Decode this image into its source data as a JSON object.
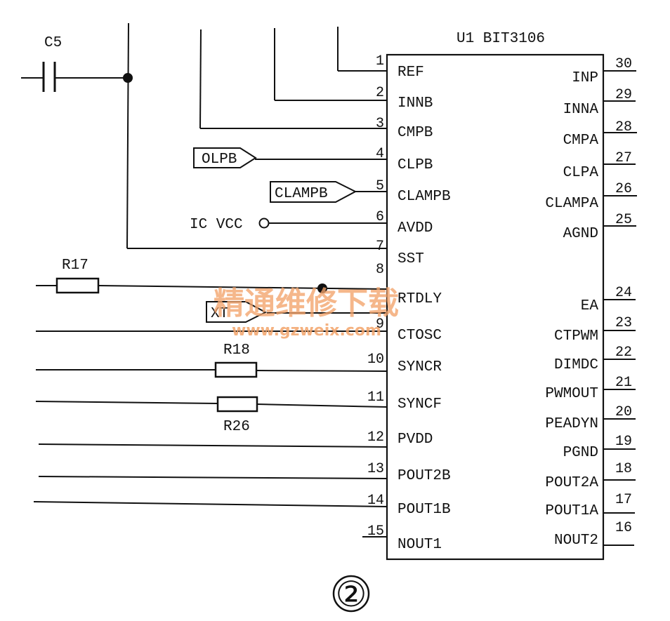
{
  "chip": {
    "title": "U1 BIT3106",
    "left_pins": [
      {
        "num": "1",
        "name": "REF"
      },
      {
        "num": "2",
        "name": "INNB"
      },
      {
        "num": "3",
        "name": "CMPB"
      },
      {
        "num": "4",
        "name": "CLPB"
      },
      {
        "num": "5",
        "name": "CLAMPB"
      },
      {
        "num": "6",
        "name": "AVDD"
      },
      {
        "num": "7",
        "name": "SST"
      },
      {
        "num": "8",
        "name": "RTDLY"
      },
      {
        "num": "9",
        "name": "CTOSC"
      },
      {
        "num": "10",
        "name": "SYNCR"
      },
      {
        "num": "11",
        "name": "SYNCF"
      },
      {
        "num": "12",
        "name": "PVDD"
      },
      {
        "num": "13",
        "name": "POUT2B"
      },
      {
        "num": "14",
        "name": "POUT1B"
      },
      {
        "num": "15",
        "name": "NOUT1"
      }
    ],
    "right_pins": [
      {
        "num": "30",
        "name": "INP"
      },
      {
        "num": "29",
        "name": "INNA"
      },
      {
        "num": "28",
        "name": "CMPA"
      },
      {
        "num": "27",
        "name": "CLPA"
      },
      {
        "num": "26",
        "name": "CLAMPA"
      },
      {
        "num": "25",
        "name": "AGND"
      },
      {
        "num": "24",
        "name": "EA"
      },
      {
        "num": "23",
        "name": "CTPWM"
      },
      {
        "num": "22",
        "name": "DIMDC"
      },
      {
        "num": "21",
        "name": "PWMOUT"
      },
      {
        "num": "20",
        "name": "PEADYN"
      },
      {
        "num": "19",
        "name": "PGND"
      },
      {
        "num": "18",
        "name": "POUT2A"
      },
      {
        "num": "17",
        "name": "POUT1A"
      },
      {
        "num": "16",
        "name": "NOUT2"
      }
    ]
  },
  "components": {
    "c5": "C5",
    "r17": "R17",
    "r18": "R18",
    "r26": "R26"
  },
  "net_labels": {
    "olpb": "OLPB",
    "clampb": "CLAMPB",
    "xt": "XT",
    "ic_vcc": "IC VCC"
  },
  "watermark": {
    "cn": "精通维修下载",
    "url": "www.gzweix.com"
  },
  "figure_number": "②"
}
